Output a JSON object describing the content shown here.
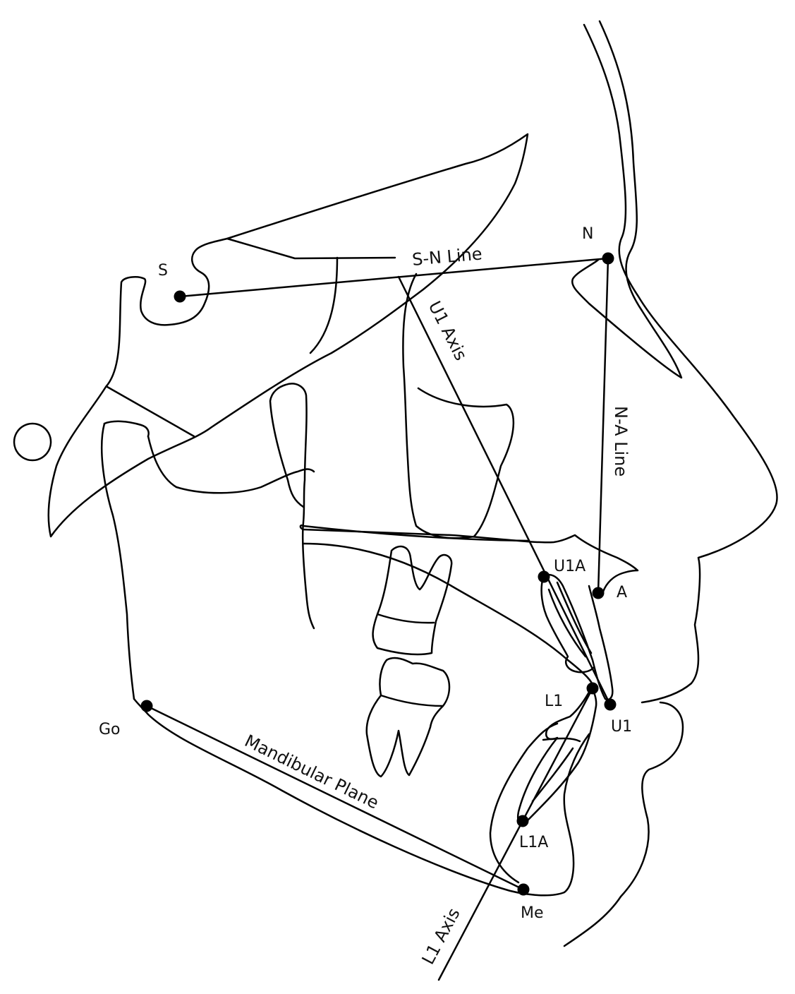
{
  "colors": {
    "ink": "#000000",
    "background": "#ffffff"
  },
  "points": {
    "S": "S",
    "N": "N",
    "A": "A",
    "U1A": "U1A",
    "U1": "U1",
    "L1": "L1",
    "L1A": "L1A",
    "Go": "Go",
    "Me": "Me"
  },
  "lines": {
    "sn": "S-N Line",
    "na": "N-A Line",
    "u1_axis": "U1 Axis",
    "l1_axis": "L1 Axis",
    "mandibular": "Mandibular Plane"
  }
}
